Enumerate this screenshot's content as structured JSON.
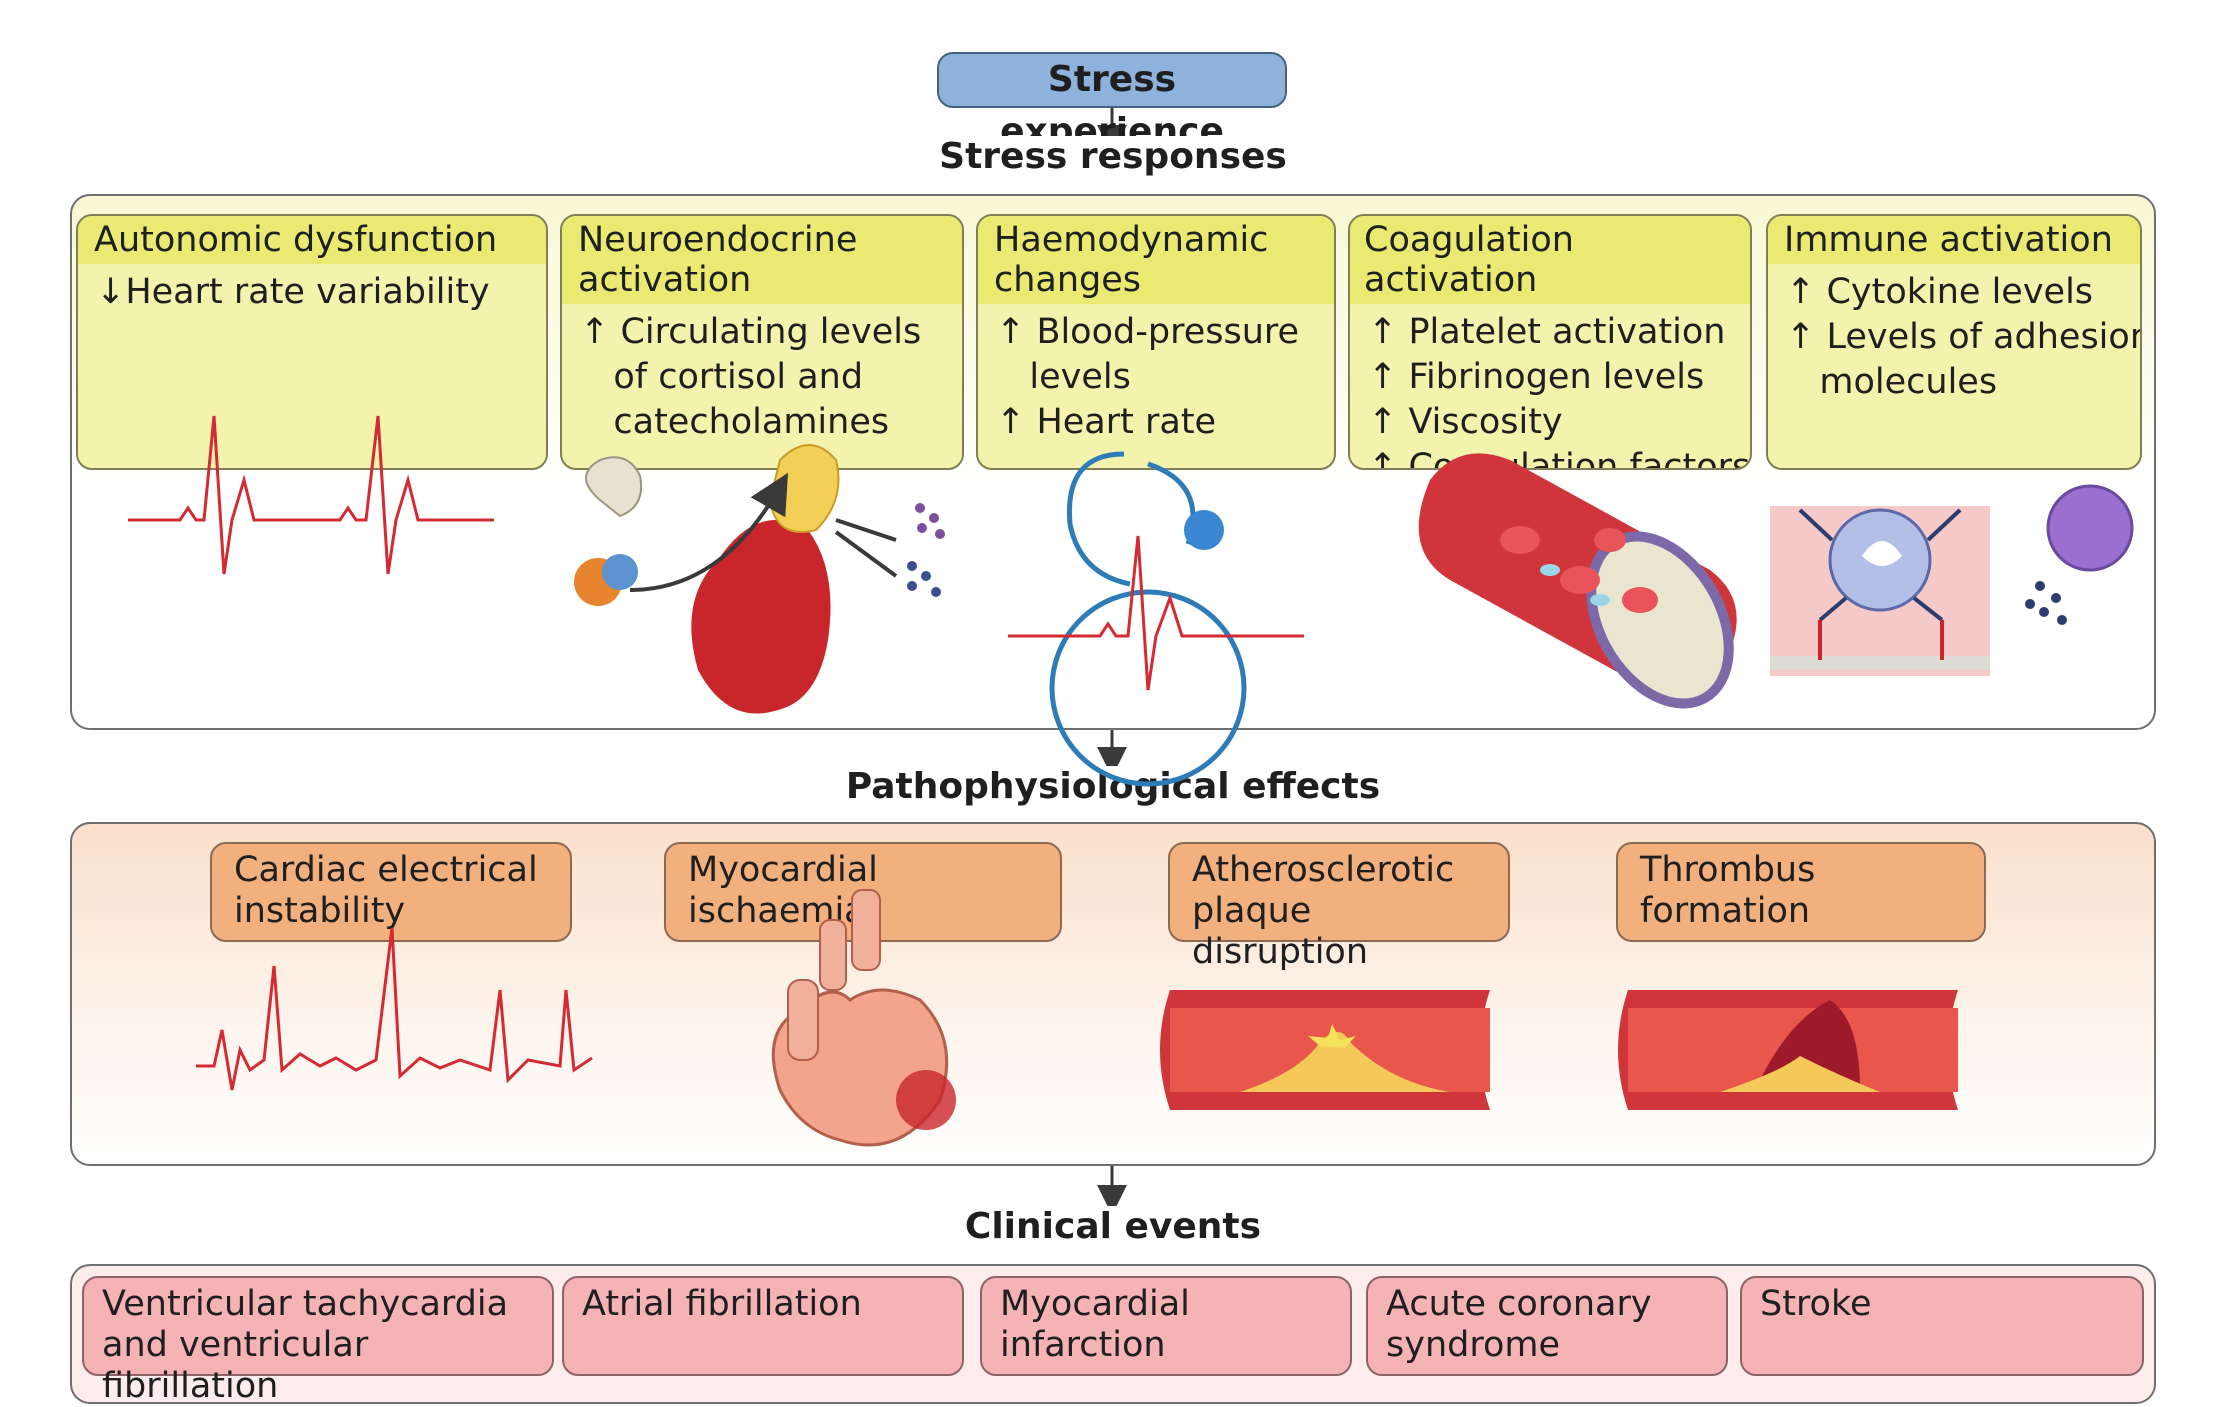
{
  "top": {
    "label": "Stress experience"
  },
  "stages": {
    "stress_responses": "Stress responses",
    "pathophysiological_effects": "Pathophysiological effects",
    "clinical_events": "Clinical events"
  },
  "responses": [
    {
      "title": "Autonomic dysfunction",
      "lines": [
        "↓Heart rate variability"
      ]
    },
    {
      "title": "Neuroendocrine activation",
      "lines": [
        "↑ Circulating levels",
        "   of cortisol and",
        "   catecholamines"
      ]
    },
    {
      "title": "Haemodynamic changes",
      "lines": [
        "↑ Blood-pressure",
        "   levels",
        "↑ Heart rate"
      ]
    },
    {
      "title": "Coagulation activation",
      "lines": [
        "↑ Platelet activation",
        "↑ Fibrinogen levels",
        "↑ Viscosity",
        "↑ Coagulation factors"
      ]
    },
    {
      "title": "Immune activation",
      "lines": [
        "↑ Cytokine levels",
        "↑ Levels of adhesion",
        "   molecules"
      ]
    }
  ],
  "effects": [
    "Cardiac electrical instability",
    "Myocardial ischaemia",
    "Atherosclerotic plaque disruption",
    "Thrombus formation"
  ],
  "events": [
    "Ventricular tachycardia and ventricular fibrillation",
    "Atrial fibrillation",
    "Myocardial infarction",
    "Acute coronary syndrome",
    "Stroke"
  ],
  "colors": {
    "blue_box": "#8fb2dc",
    "yellow_card": "#f4f3ae",
    "orange_box": "#f3b07f",
    "pink_box": "#f6b3b5",
    "ecg_red": "#d42a33"
  },
  "icons": {
    "response_1": "ecg-trace-icon",
    "response_2": "adrenal-gland-kidney-icon",
    "response_3": "stethoscope-icon",
    "response_4": "blood-vessel-cross-section-icon",
    "response_5": "immune-cell-adhesion-icon",
    "effect_1": "arrhythmia-ecg-icon",
    "effect_2": "heart-ischaemia-icon",
    "effect_3": "plaque-rupture-vessel-icon",
    "effect_4": "thrombus-vessel-icon"
  }
}
